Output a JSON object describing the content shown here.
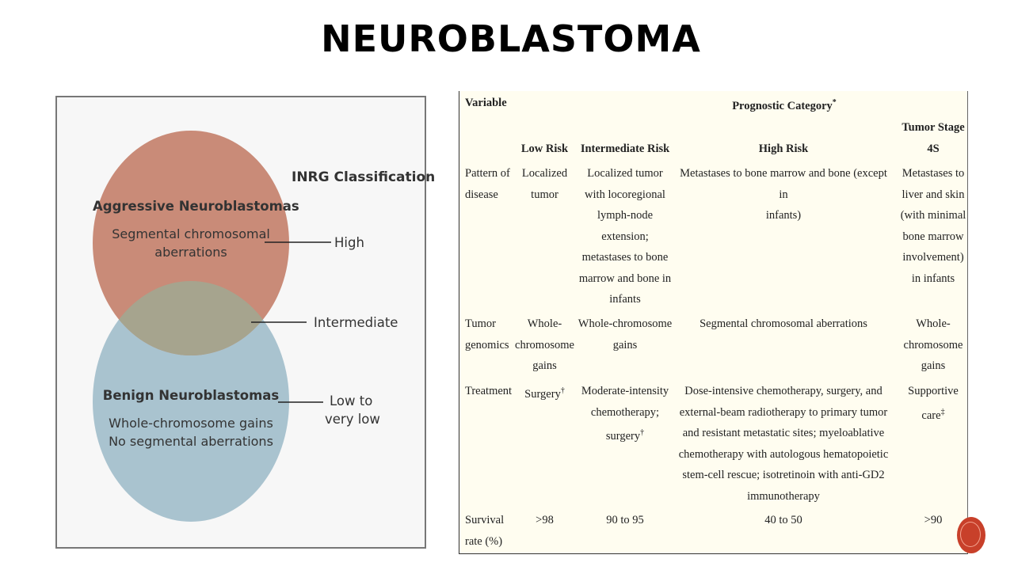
{
  "title": "NEUROBLASTOMA",
  "venn": {
    "classification_title": "INRG Classification",
    "aggressive": {
      "title": "Aggressive Neuroblastomas",
      "line1": "Segmental chromosomal",
      "line2": "aberrations"
    },
    "benign": {
      "title": "Benign Neuroblastomas",
      "line1": "Whole-chromosome gains",
      "line2": "No segmental aberrations"
    },
    "labels": {
      "high": "High",
      "intermediate": "Intermediate",
      "low_line1": "Low to",
      "low_line2": "very low"
    },
    "colors": {
      "aggressive": "#c98b78",
      "benign": "#a9c3cf",
      "overlap": "#a6a48e",
      "border": "#777777"
    }
  },
  "table": {
    "header": {
      "variable": "Variable",
      "prognostic_category": "Prognostic Category",
      "star": "*",
      "low_risk": "Low Risk",
      "intermediate_risk": "Intermediate Risk",
      "high_risk": "High Risk",
      "stage4s_line1": "Tumor Stage",
      "stage4s_line2": "4S"
    },
    "rows": {
      "pattern": {
        "label": [
          "Pattern of",
          "disease"
        ],
        "low": [
          "Localized",
          "tumor"
        ],
        "intermediate": [
          "Localized tumor",
          "with locoregional",
          "lymph-node",
          "extension;",
          "metastases to bone",
          "marrow and bone in",
          "infants"
        ],
        "high": [
          "Metastases to bone marrow and bone (except in",
          "infants)"
        ],
        "stage4s": [
          "Metastases to",
          "liver and skin",
          "(with minimal",
          "bone marrow",
          "involvement)",
          "in infants"
        ]
      },
      "genomics": {
        "label": [
          "Tumor",
          "genomics"
        ],
        "low": [
          "Whole-",
          "chromosome",
          "gains"
        ],
        "intermediate": [
          "Whole-chromosome",
          "gains"
        ],
        "high": [
          "Segmental chromosomal aberrations"
        ],
        "stage4s": [
          "Whole-",
          "chromosome",
          "gains"
        ]
      },
      "treatment": {
        "label": "Treatment",
        "low": "Surgery",
        "low_mark": "†",
        "intermediate_line1": "Moderate-intensity",
        "intermediate_line2": "chemotherapy;",
        "intermediate_line3": "surgery",
        "intermediate_mark": "†",
        "high": [
          "Dose-intensive chemotherapy, surgery, and",
          "external-beam radiotherapy to primary tumor",
          "and resistant metastatic sites; myeloablative",
          "chemotherapy with autologous hematopoietic",
          "stem-cell rescue; isotretinoin with anti-GD2",
          "immunotherapy"
        ],
        "stage4s_line1": "Supportive",
        "stage4s_line2": "care",
        "stage4s_mark": "‡"
      },
      "survival": {
        "label": [
          "Survival",
          "rate (%)"
        ],
        "low": ">98",
        "intermediate": "90 to 95",
        "high": "40 to 50",
        "stage4s": ">90"
      }
    }
  }
}
